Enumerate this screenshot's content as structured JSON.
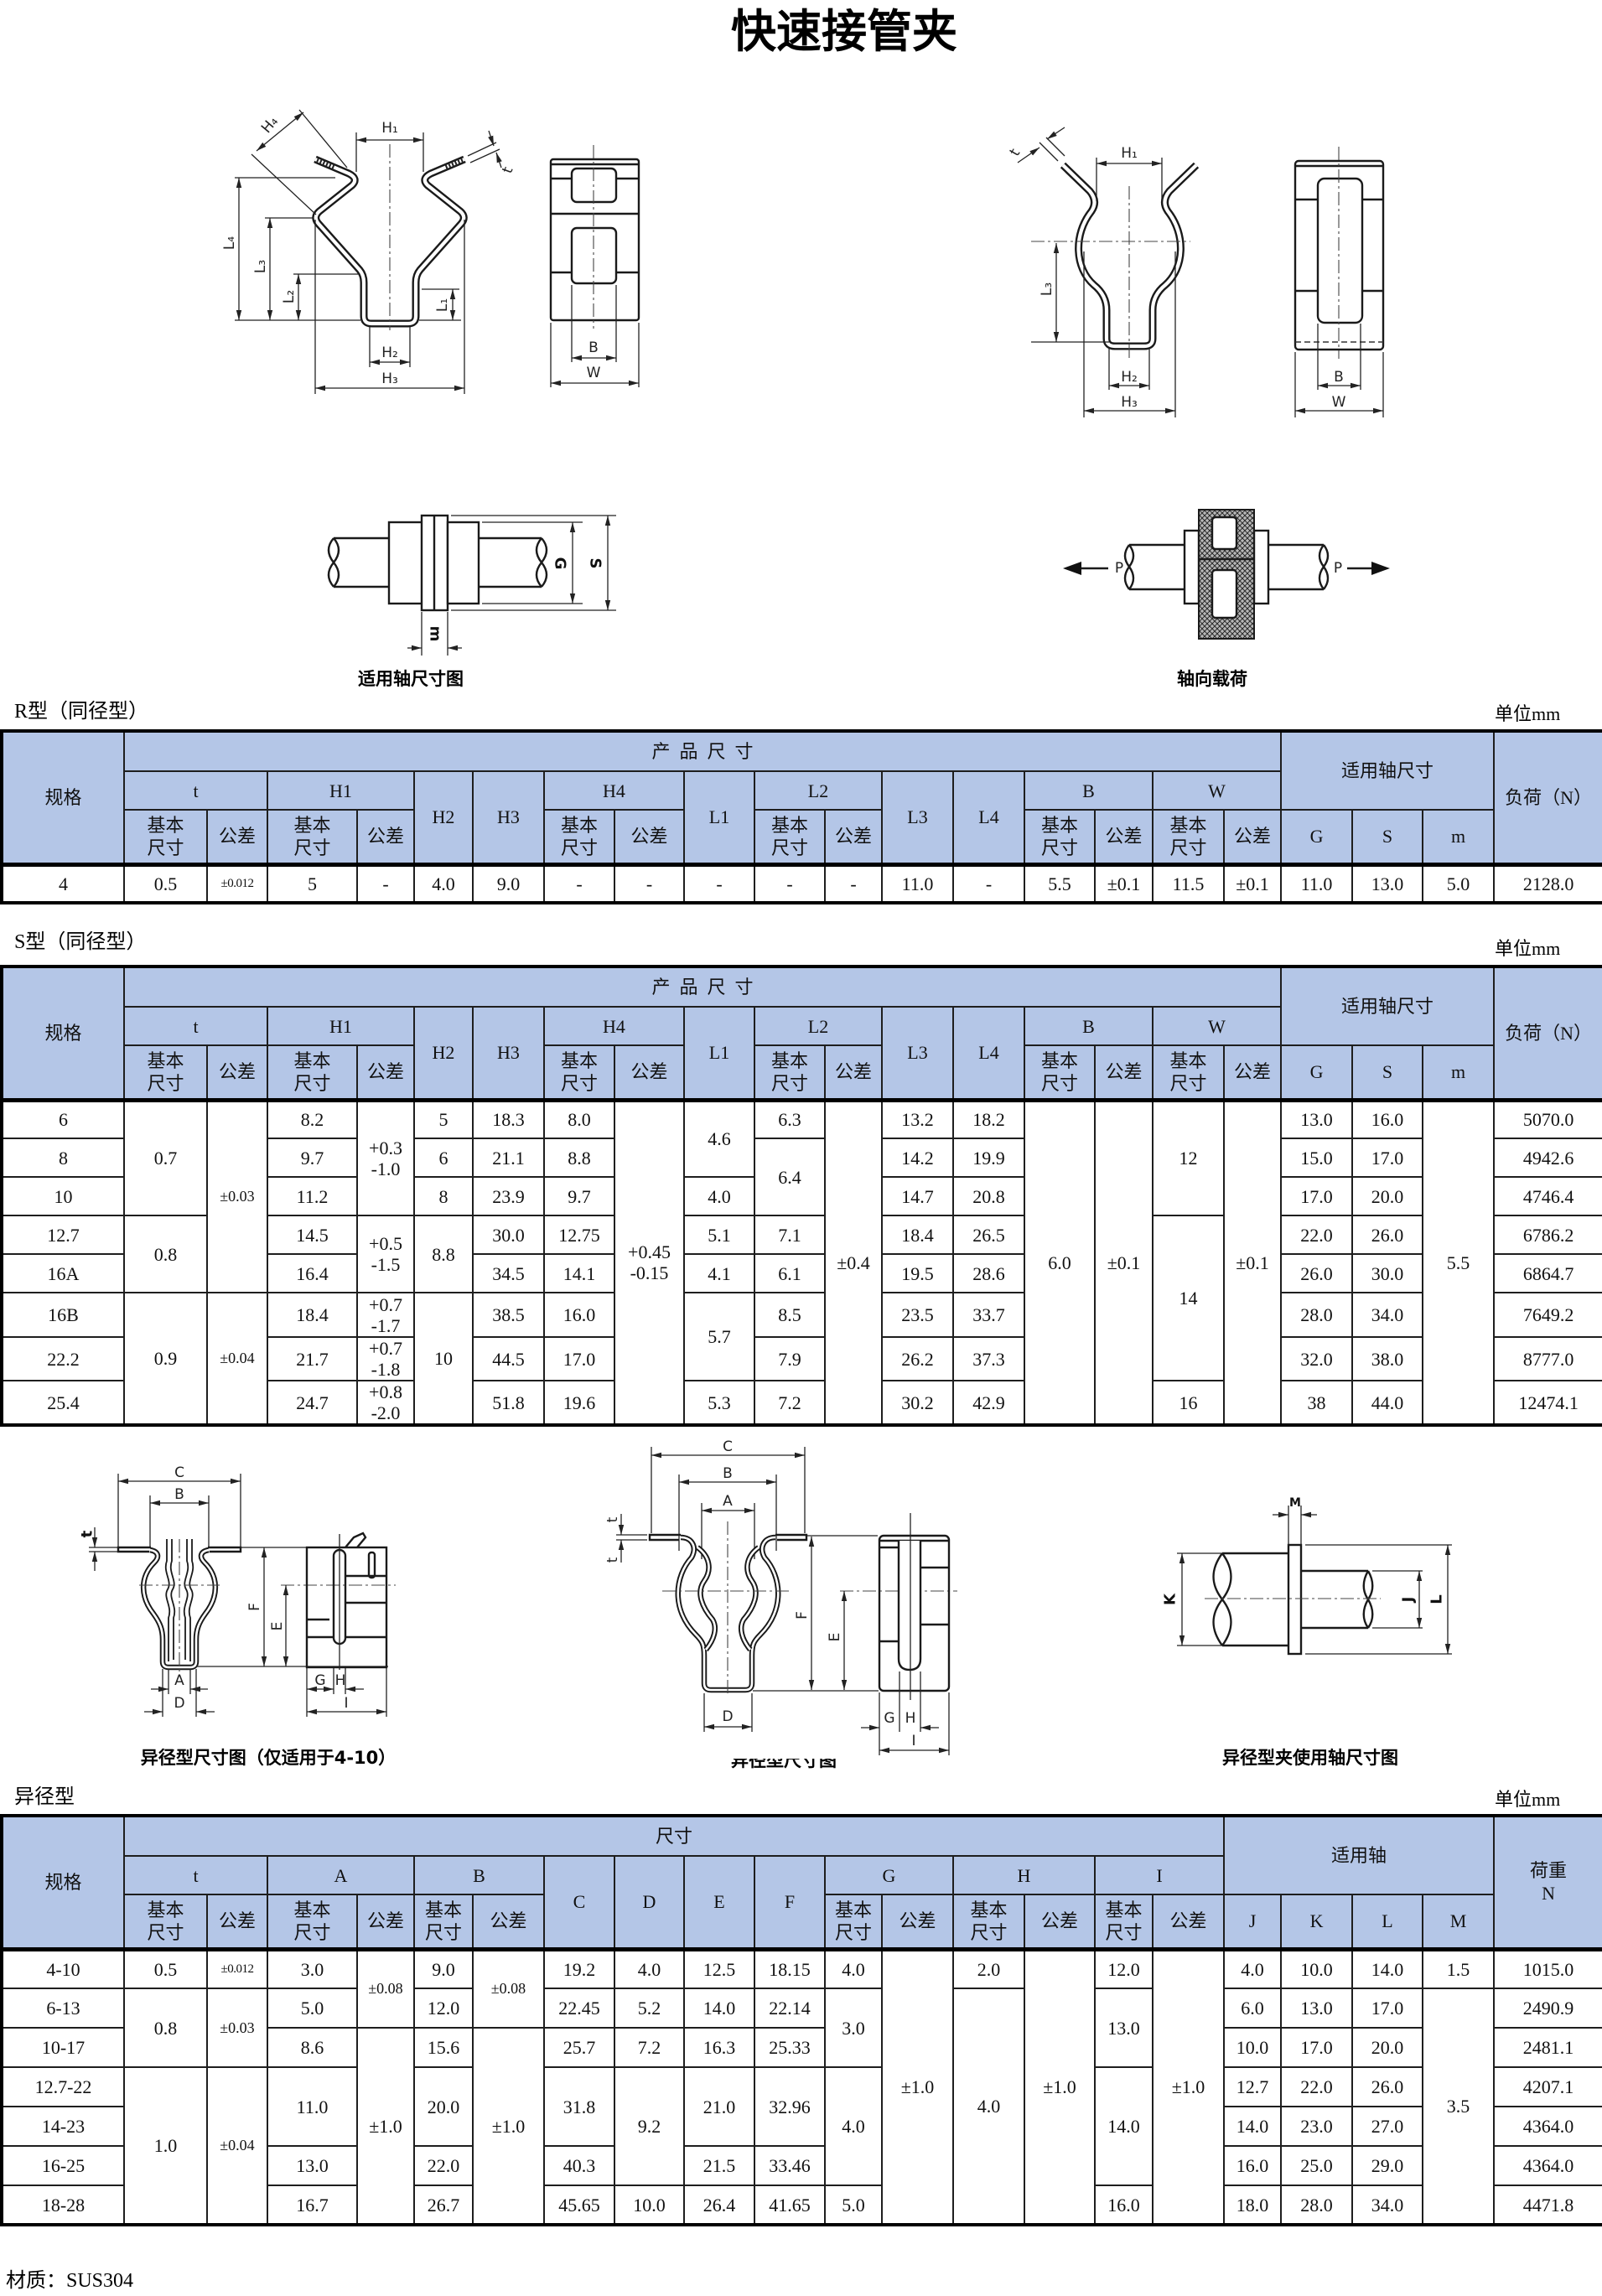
{
  "page": {
    "title": "快速接管夹",
    "material": "材质：SUS304"
  },
  "drawings": {
    "r_profile": {
      "labels": {
        "h1": "H₁",
        "h2": "H₂",
        "h3": "H₃",
        "h4": "H₄",
        "l1": "L₁",
        "l2": "L₂",
        "l3": "L₃",
        "l4": "L₄",
        "t": "t"
      }
    },
    "r_side": {
      "labels": {
        "b": "B",
        "w": "W"
      }
    },
    "s_profile": {
      "labels": {
        "h1": "H₁",
        "h2": "H₂",
        "h3": "H₃",
        "l3": "L₃",
        "t": "t"
      }
    },
    "s_side": {
      "labels": {
        "b": "B",
        "w": "W"
      }
    },
    "shaft_fit": {
      "caption": "适用轴尺寸图",
      "labels": {
        "g": "G",
        "s": "S",
        "m": "m"
      }
    },
    "axial_load": {
      "caption": "轴向载荷",
      "labels": {
        "p_left": "P",
        "p_right": "P"
      }
    },
    "reducer_4_10": {
      "caption": "异径型尺寸图（仅适用于4-10）",
      "labels": {
        "c": "C",
        "b": "B",
        "t": "t",
        "a": "A",
        "d": "D",
        "f": "F",
        "e": "E",
        "g": "G",
        "h": "H",
        "i": "I"
      }
    },
    "reducer": {
      "caption": "异径型尺寸图",
      "labels": {
        "c": "C",
        "b": "B",
        "a": "A",
        "t1": "t",
        "t2": "t",
        "f": "F",
        "e": "E",
        "d": "D",
        "g": "G",
        "h": "H",
        "i": "I"
      }
    },
    "reducer_shaft": {
      "caption": "异径型夹使用轴尺寸图",
      "labels": {
        "k": "K",
        "j": "J",
        "l": "L",
        "m": "M"
      }
    }
  },
  "tables": {
    "r_type": {
      "label": "R型（同径型）",
      "unit": "单位mm",
      "header": [
        [
          [
            "规格",
            1,
            3
          ],
          [
            "产  品  尺  寸",
            17,
            1
          ],
          [
            "适用轴尺寸",
            3,
            2
          ],
          [
            "负荷（N）",
            1,
            3
          ]
        ],
        [
          [
            "t",
            2,
            1
          ],
          [
            "H1",
            2,
            1
          ],
          [
            "H2",
            1,
            2
          ],
          [
            "H3",
            1,
            2
          ],
          [
            "H4",
            2,
            1
          ],
          [
            "L1",
            1,
            2
          ],
          [
            "L2",
            2,
            1
          ],
          [
            "L3",
            1,
            2
          ],
          [
            "L4",
            1,
            2
          ],
          [
            "B",
            2,
            1
          ],
          [
            "W",
            2,
            1
          ]
        ],
        [
          [
            "基本\n尺寸",
            1,
            1
          ],
          [
            "公差",
            1,
            1
          ],
          [
            "基本\n尺寸",
            1,
            1
          ],
          [
            "公差",
            1,
            1
          ],
          [
            "基本\n尺寸",
            1,
            1
          ],
          [
            "公差",
            1,
            1
          ],
          [
            "基本\n尺寸",
            1,
            1
          ],
          [
            "公差",
            1,
            1
          ],
          [
            "基本\n尺寸",
            1,
            1
          ],
          [
            "公差",
            1,
            1
          ],
          [
            "基本\n尺寸",
            1,
            1
          ],
          [
            "公差",
            1,
            1
          ],
          [
            "G",
            1,
            1
          ],
          [
            "S",
            1,
            1
          ],
          [
            "m",
            1,
            1
          ]
        ]
      ],
      "rows": [
        [
          [
            "4"
          ],
          [
            "0.5"
          ],
          [
            "±0.012"
          ],
          [
            "5"
          ],
          [
            "-"
          ],
          [
            "4.0"
          ],
          [
            "9.0"
          ],
          [
            "-"
          ],
          [
            "-"
          ],
          [
            "-"
          ],
          [
            "-"
          ],
          [
            "-"
          ],
          [
            "11.0"
          ],
          [
            "-"
          ],
          [
            "5.5"
          ],
          [
            "±0.1"
          ],
          [
            "11.5"
          ],
          [
            "±0.1"
          ],
          [
            "11.0"
          ],
          [
            "13.0"
          ],
          [
            "5.0"
          ],
          [
            "2128.0"
          ]
        ]
      ]
    },
    "s_type": {
      "label": "S型（同径型）",
      "unit": "单位mm",
      "header": [
        [
          [
            "规格",
            1,
            3
          ],
          [
            "产  品  尺  寸",
            17,
            1
          ],
          [
            "适用轴尺寸",
            3,
            2
          ],
          [
            "负荷（N）",
            1,
            3
          ]
        ],
        [
          [
            "t",
            2,
            1
          ],
          [
            "H1",
            2,
            1
          ],
          [
            "H2",
            1,
            2
          ],
          [
            "H3",
            1,
            2
          ],
          [
            "H4",
            2,
            1
          ],
          [
            "L1",
            1,
            2
          ],
          [
            "L2",
            2,
            1
          ],
          [
            "L3",
            1,
            2
          ],
          [
            "L4",
            1,
            2
          ],
          [
            "B",
            2,
            1
          ],
          [
            "W",
            2,
            1
          ]
        ],
        [
          [
            "基本\n尺寸",
            1,
            1
          ],
          [
            "公差",
            1,
            1
          ],
          [
            "基本\n尺寸",
            1,
            1
          ],
          [
            "公差",
            1,
            1
          ],
          [
            "基本\n尺寸",
            1,
            1
          ],
          [
            "公差",
            1,
            1
          ],
          [
            "基本\n尺寸",
            1,
            1
          ],
          [
            "公差",
            1,
            1
          ],
          [
            "基本\n尺寸",
            1,
            1
          ],
          [
            "公差",
            1,
            1
          ],
          [
            "基本\n尺寸",
            1,
            1
          ],
          [
            "公差",
            1,
            1
          ],
          [
            "G",
            1,
            1
          ],
          [
            "S",
            1,
            1
          ],
          [
            "m",
            1,
            1
          ]
        ]
      ],
      "rows": [
        [
          [
            "6"
          ],
          [
            "0.7",
            3
          ],
          [
            "±0.03",
            5
          ],
          [
            "8.2"
          ],
          [
            "+0.3\n-1.0",
            3
          ],
          [
            "5"
          ],
          [
            "18.3"
          ],
          [
            "8.0"
          ],
          [
            "+0.45\n-0.15",
            8
          ],
          [
            "4.6",
            2
          ],
          [
            "6.3"
          ],
          [
            "±0.4",
            8
          ],
          [
            "13.2"
          ],
          [
            "18.2"
          ],
          [
            "6.0",
            8
          ],
          [
            "±0.1",
            8
          ],
          [
            "12",
            3
          ],
          [
            "±0.1",
            8
          ],
          [
            "13.0"
          ],
          [
            "16.0"
          ],
          [
            "5.5",
            8
          ],
          [
            "5070.0"
          ]
        ],
        [
          [
            "8"
          ],
          [
            "9.7"
          ],
          [
            "6"
          ],
          [
            "21.1"
          ],
          [
            "8.8"
          ],
          [
            "6.4",
            2
          ],
          [
            "14.2"
          ],
          [
            "19.9"
          ],
          [
            "15.0"
          ],
          [
            "17.0"
          ],
          [
            "4942.6"
          ]
        ],
        [
          [
            "10"
          ],
          [
            "11.2"
          ],
          [
            "8"
          ],
          [
            "23.9"
          ],
          [
            "9.7"
          ],
          [
            "4.0"
          ],
          [
            "14.7"
          ],
          [
            "20.8"
          ],
          [
            "17.0"
          ],
          [
            "20.0"
          ],
          [
            "4746.4"
          ]
        ],
        [
          [
            "12.7"
          ],
          [
            "0.8",
            2
          ],
          [
            "14.5"
          ],
          [
            "+0.5\n-1.5",
            2
          ],
          [
            "8.8",
            2
          ],
          [
            "30.0"
          ],
          [
            "12.75"
          ],
          [
            "5.1"
          ],
          [
            "7.1"
          ],
          [
            "18.4"
          ],
          [
            "26.5"
          ],
          [
            "14",
            4
          ],
          [
            "22.0"
          ],
          [
            "26.0"
          ],
          [
            "6786.2"
          ]
        ],
        [
          [
            "16A"
          ],
          [
            "16.4"
          ],
          [
            "34.5"
          ],
          [
            "14.1"
          ],
          [
            "4.1"
          ],
          [
            "6.1"
          ],
          [
            "19.5"
          ],
          [
            "28.6"
          ],
          [
            "26.0"
          ],
          [
            "30.0"
          ],
          [
            "6864.7"
          ]
        ],
        [
          [
            "16B"
          ],
          [
            "0.9",
            3
          ],
          [
            "±0.04",
            3
          ],
          [
            "18.4"
          ],
          [
            "+0.7\n-1.7"
          ],
          [
            "10",
            3
          ],
          [
            "38.5"
          ],
          [
            "16.0"
          ],
          [
            "5.7",
            2
          ],
          [
            "8.5"
          ],
          [
            "23.5"
          ],
          [
            "33.7"
          ],
          [
            "28.0"
          ],
          [
            "34.0"
          ],
          [
            "7649.2"
          ]
        ],
        [
          [
            "22.2"
          ],
          [
            "21.7"
          ],
          [
            "+0.7\n-1.8"
          ],
          [
            "44.5"
          ],
          [
            "17.0"
          ],
          [
            "7.9"
          ],
          [
            "26.2"
          ],
          [
            "37.3"
          ],
          [
            "32.0"
          ],
          [
            "38.0"
          ],
          [
            "8777.0"
          ]
        ],
        [
          [
            "25.4"
          ],
          [
            "24.7"
          ],
          [
            "+0.8\n-2.0"
          ],
          [
            "51.8"
          ],
          [
            "19.6"
          ],
          [
            "5.3"
          ],
          [
            "7.2"
          ],
          [
            "30.2"
          ],
          [
            "42.9"
          ],
          [
            "16"
          ],
          [
            "38"
          ],
          [
            "44.0"
          ],
          [
            "12474.1"
          ]
        ]
      ]
    },
    "reducer_type": {
      "label": "异径型",
      "unit": "单位mm",
      "header": [
        [
          [
            "规格",
            1,
            3
          ],
          [
            "尺寸",
            16,
            1
          ],
          [
            "适用轴",
            4,
            2
          ],
          [
            "荷重\nN",
            1,
            3
          ]
        ],
        [
          [
            "t",
            2,
            1
          ],
          [
            "A",
            2,
            1
          ],
          [
            "B",
            2,
            1
          ],
          [
            "C",
            1,
            2
          ],
          [
            "D",
            1,
            2
          ],
          [
            "E",
            1,
            2
          ],
          [
            "F",
            1,
            2
          ],
          [
            "G",
            2,
            1
          ],
          [
            "H",
            2,
            1
          ],
          [
            "I",
            2,
            1
          ]
        ],
        [
          [
            "基本\n尺寸",
            1,
            1
          ],
          [
            "公差",
            1,
            1
          ],
          [
            "基本\n尺寸",
            1,
            1
          ],
          [
            "公差",
            1,
            1
          ],
          [
            "基本\n尺寸",
            1,
            1
          ],
          [
            "公差",
            1,
            1
          ],
          [
            "基本\n尺寸",
            1,
            1
          ],
          [
            "公差",
            1,
            1
          ],
          [
            "基本\n尺寸",
            1,
            1
          ],
          [
            "公差",
            1,
            1
          ],
          [
            "基本\n尺寸",
            1,
            1
          ],
          [
            "公差",
            1,
            1
          ],
          [
            "J",
            1,
            1
          ],
          [
            "K",
            1,
            1
          ],
          [
            "L",
            1,
            1
          ],
          [
            "M",
            1,
            1
          ]
        ]
      ],
      "rows": [
        [
          [
            "4-10"
          ],
          [
            "0.5"
          ],
          [
            "±0.012"
          ],
          [
            "3.0"
          ],
          [
            "±0.08",
            2
          ],
          [
            "9.0"
          ],
          [
            "±0.08",
            2
          ],
          [
            "19.2"
          ],
          [
            "4.0"
          ],
          [
            "12.5"
          ],
          [
            "18.15"
          ],
          [
            "4.0"
          ],
          [
            "±1.0",
            7
          ],
          [
            "2.0"
          ],
          [
            "±1.0",
            7
          ],
          [
            "12.0"
          ],
          [
            "±1.0",
            7
          ],
          [
            "4.0"
          ],
          [
            "10.0"
          ],
          [
            "14.0"
          ],
          [
            "1.5"
          ],
          [
            "1015.0"
          ]
        ],
        [
          [
            "6-13"
          ],
          [
            "0.8",
            2
          ],
          [
            "±0.03",
            2
          ],
          [
            "5.0"
          ],
          [
            "12.0"
          ],
          [
            "22.45"
          ],
          [
            "5.2"
          ],
          [
            "14.0"
          ],
          [
            "22.14"
          ],
          [
            "3.0",
            2
          ],
          [
            "4.0",
            6
          ],
          [
            "13.0",
            2
          ],
          [
            "6.0"
          ],
          [
            "13.0"
          ],
          [
            "17.0"
          ],
          [
            "3.5",
            6
          ],
          [
            "2490.9"
          ]
        ],
        [
          [
            "10-17"
          ],
          [
            "8.6"
          ],
          [
            "±1.0",
            5
          ],
          [
            "15.6"
          ],
          [
            "±1.0",
            5
          ],
          [
            "25.7"
          ],
          [
            "7.2"
          ],
          [
            "16.3"
          ],
          [
            "25.33"
          ],
          [
            "10.0"
          ],
          [
            "17.0"
          ],
          [
            "20.0"
          ],
          [
            "2481.1"
          ]
        ],
        [
          [
            "12.7-22"
          ],
          [
            "1.0",
            4
          ],
          [
            "±0.04",
            4
          ],
          [
            "11.0",
            2
          ],
          [
            "20.0",
            2
          ],
          [
            "31.8",
            2
          ],
          [
            "9.2",
            3
          ],
          [
            "21.0",
            2
          ],
          [
            "32.96",
            2
          ],
          [
            "4.0",
            3
          ],
          [
            "14.0",
            3
          ],
          [
            "12.7"
          ],
          [
            "22.0"
          ],
          [
            "26.0"
          ],
          [
            "4207.1"
          ]
        ],
        [
          [
            "14-23"
          ],
          [
            "14.0"
          ],
          [
            "23.0"
          ],
          [
            "27.0"
          ],
          [
            "4364.0"
          ]
        ],
        [
          [
            "16-25"
          ],
          [
            "13.0"
          ],
          [
            "22.0"
          ],
          [
            "40.3"
          ],
          [
            "21.5"
          ],
          [
            "33.46"
          ],
          [
            "16.0"
          ],
          [
            "25.0"
          ],
          [
            "29.0"
          ],
          [
            "4364.0"
          ]
        ],
        [
          [
            "18-28"
          ],
          [
            "16.7"
          ],
          [
            "26.7"
          ],
          [
            "45.65"
          ],
          [
            "10.0"
          ],
          [
            "26.4"
          ],
          [
            "41.65"
          ],
          [
            "5.0"
          ],
          [
            "16.0"
          ],
          [
            "18.0"
          ],
          [
            "28.0"
          ],
          [
            "34.0"
          ],
          [
            "4471.8"
          ]
        ]
      ]
    }
  }
}
